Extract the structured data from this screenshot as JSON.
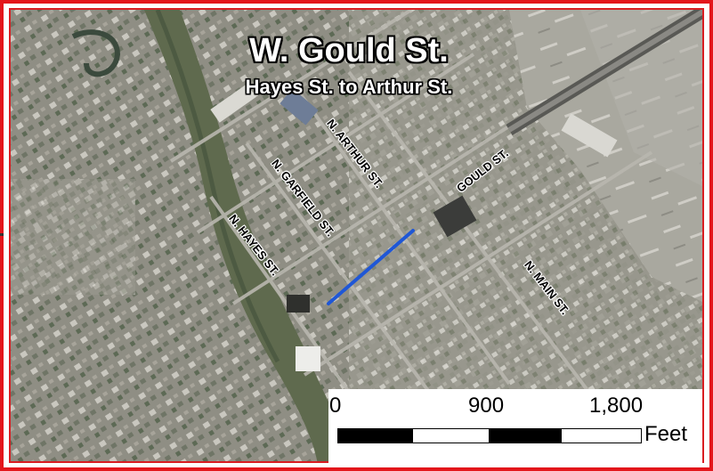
{
  "map": {
    "title": "W. Gould St.",
    "subtitle": "Hayes St. to Arthur St.",
    "streets": {
      "arthur": "N. ARTHUR ST.",
      "garfield": "N. GARFIELD ST.",
      "hayes": "N. HAYES ST.",
      "gould": "GOULD ST.",
      "main": "N. MAIN ST."
    },
    "highlight_color": "#1f57d6",
    "border_color": "#e3161b"
  },
  "scalebar": {
    "ticks": [
      "0",
      "900",
      "1,800"
    ],
    "units": "Feet"
  }
}
